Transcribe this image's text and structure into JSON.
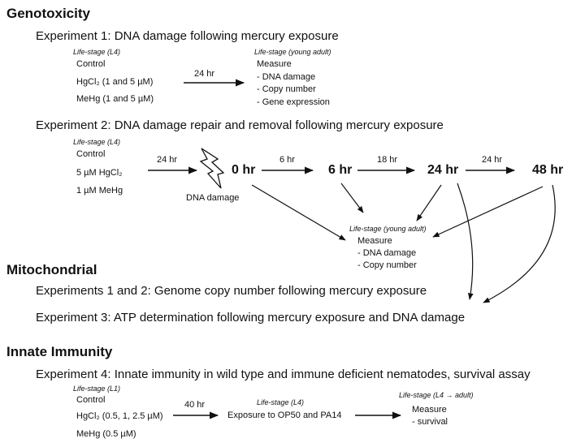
{
  "sections": {
    "genotoxicity": "Genotoxicity",
    "mitochondrial": "Mitochondrial",
    "innate_immunity": "Innate Immunity"
  },
  "exp1": {
    "title": "Experiment 1: DNA damage following mercury exposure",
    "stage_left": "Life-stage (L4)",
    "items": [
      "Control",
      "HgCl₂ (1 and 5 µM)",
      "MeHg (1 and 5 µM)"
    ],
    "time": "24 hr",
    "stage_right": "Life-stage (young adult)",
    "measure": [
      "Measure",
      "- DNA damage",
      "- Copy number",
      "- Gene expression"
    ]
  },
  "exp2": {
    "title": "Experiment 2: DNA damage repair and removal following mercury exposure",
    "stage_left": "Life-stage (L4)",
    "items": [
      "Control",
      "5 µM HgCl₂",
      "1 µM MeHg"
    ],
    "time_first": "24 hr",
    "damage_label": "DNA damage",
    "timepoints": [
      "0 hr",
      "6 hr",
      "24 hr",
      "48 hr"
    ],
    "intervals": [
      "6 hr",
      "18 hr",
      "24 hr"
    ],
    "stage_measure": "Life-stage (young adult)",
    "measure": [
      "Measure",
      "- DNA damage",
      "- Copy number"
    ]
  },
  "mito": {
    "line1": "Experiments 1 and 2: Genome copy number following mercury exposure",
    "line2": "Experiment 3: ATP determination following mercury exposure and DNA damage"
  },
  "exp4": {
    "title": "Experiment 4: Innate immunity in wild type and immune deficient nematodes, survival assay",
    "stage_left": "Life-stage (L1)",
    "items": [
      "Control",
      "HgCl₂ (0.5, 1, 2.5 µM)",
      "MeHg (0.5 µM)"
    ],
    "time": "40 hr",
    "stage_mid": "Life-stage (L4)",
    "exposure": "Exposure to OP50 and PA14",
    "stage_right": "Life-stage (L4 → adult)",
    "measure": [
      "Measure",
      "- survival"
    ]
  }
}
